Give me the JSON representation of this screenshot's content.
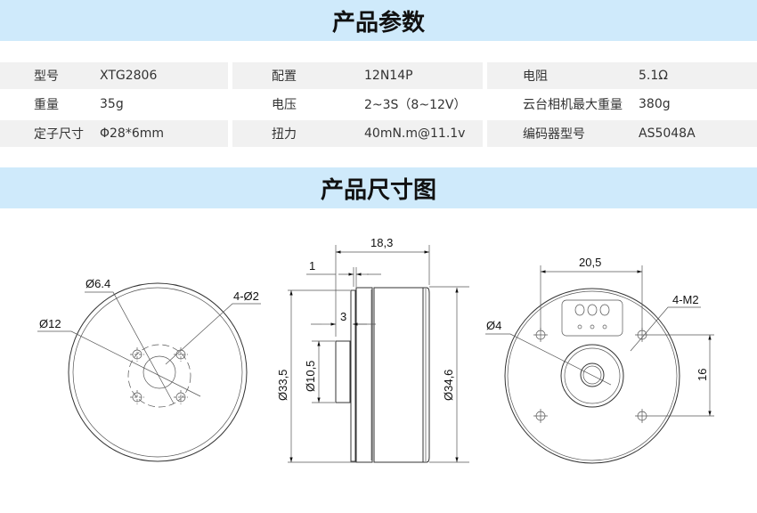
{
  "params_title": "产品参数",
  "dimensions_title": "产品尺寸图",
  "specs": [
    [
      {
        "key": "型号",
        "value": "XTG2806"
      },
      {
        "key": "配置",
        "value": "12N14P"
      },
      {
        "key": "电阻",
        "value": "5.1Ω"
      }
    ],
    [
      {
        "key": "重量",
        "value": "35g"
      },
      {
        "key": "电压",
        "value": "2~3S（8~12V）"
      },
      {
        "key": "云台相机最大重量",
        "value": "380g"
      }
    ],
    [
      {
        "key": "定子尺寸",
        "value": "Φ28*6mm"
      },
      {
        "key": "扭力",
        "value": "40mN.m@11.1v"
      },
      {
        "key": "编码器型号",
        "value": "AS5048A"
      }
    ]
  ],
  "drawing": {
    "front": {
      "d64": "Ø6.4",
      "holes": "4-Ø2",
      "d12": "Ø12"
    },
    "side": {
      "length": "18,3",
      "t1": "1",
      "t3": "3",
      "d335": "Ø33,5",
      "d105": "Ø10,5",
      "d346": "Ø34,6"
    },
    "back": {
      "w": "20,5",
      "m2": "4-M2",
      "d4": "Ø4",
      "h": "16"
    }
  }
}
